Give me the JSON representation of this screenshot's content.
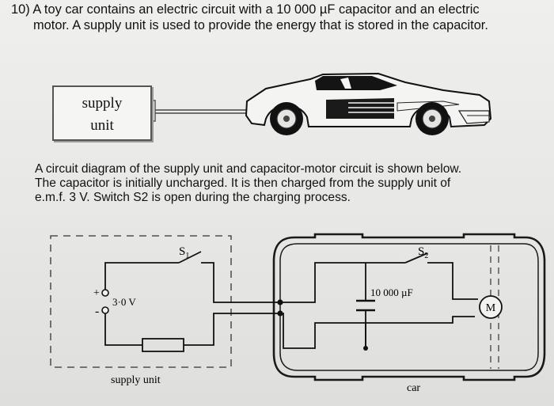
{
  "question": {
    "line1": "10) A toy car contains an electric circuit with a 10 000 µF capacitor and an electric",
    "line2": "motor. A supply unit is used to provide the energy that is stored in the capacitor."
  },
  "illustration": {
    "supply_word1": "supply",
    "supply_word2": "unit"
  },
  "intro": {
    "line1": "A circuit diagram of the supply unit and capacitor-motor circuit is shown below.",
    "line2": "The capacitor is initially uncharged. It is then charged from the supply unit of",
    "line3": "e.m.f. 3 V. Switch S2 is open during the charging process."
  },
  "circuit": {
    "s1_label": "S",
    "s1_sub": "1",
    "s2_label": "S",
    "s2_sub": "2",
    "plus_sign": "+",
    "minus_sign": "-",
    "emf_label": "3·0 V",
    "capacitor_label": "10 000 µF",
    "motor_label": "M",
    "supply_unit_caption": "supply unit",
    "car_caption": "car"
  }
}
